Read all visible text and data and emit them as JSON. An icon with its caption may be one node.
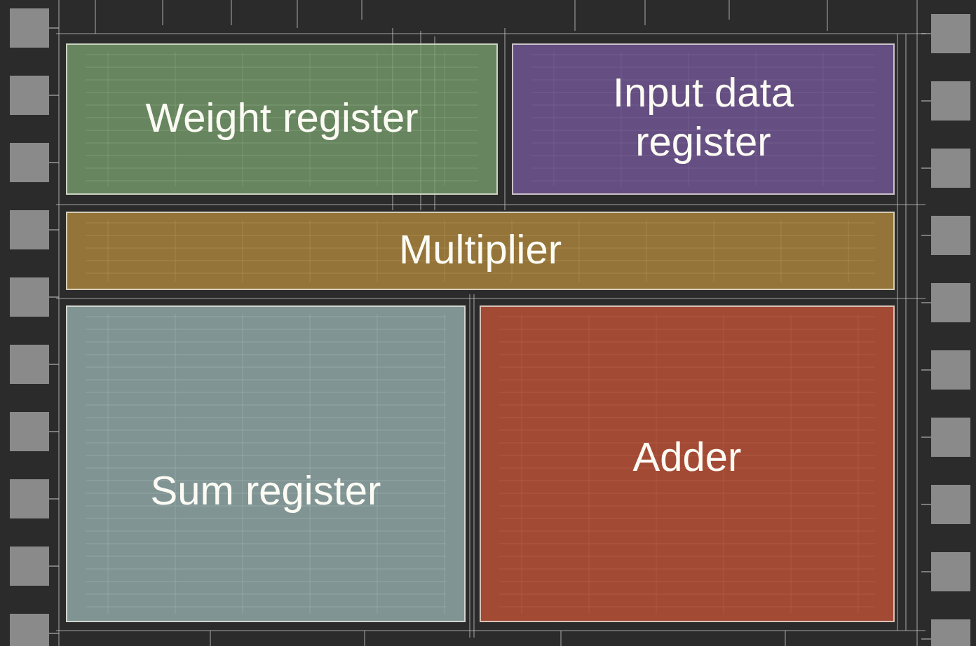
{
  "diagram": {
    "nodes": [
      {
        "text": [
          "Weight register"
        ]
      },
      {
        "text": [
          "Input data register"
        ]
      },
      {
        "text": [
          "Multiplier"
        ]
      },
      {
        "text": [
          "Sum register"
        ]
      },
      {
        "text": [
          "Adder"
        ]
      }
    ]
  }
}
